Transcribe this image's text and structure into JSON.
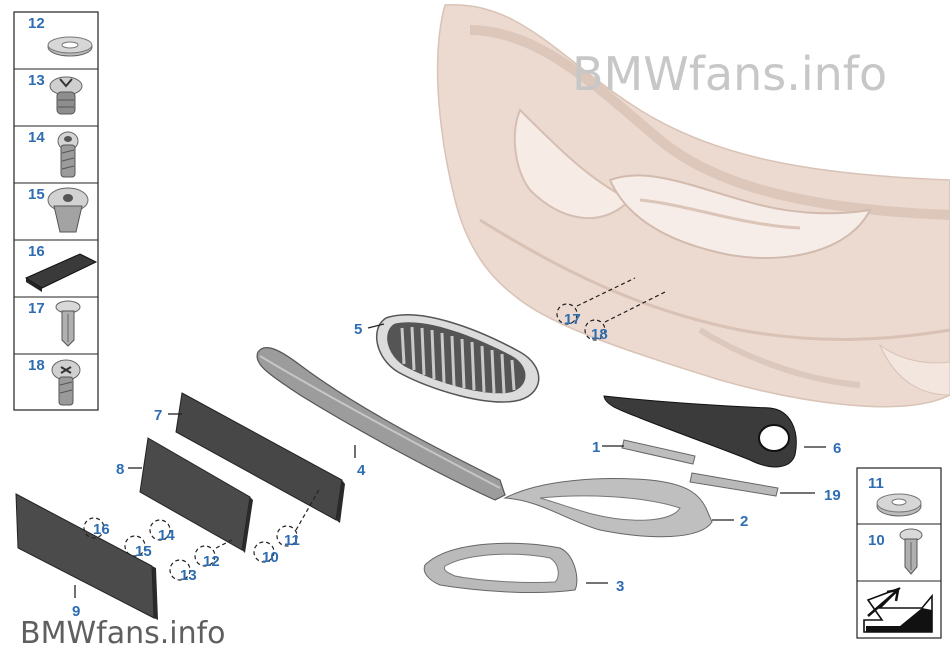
{
  "watermark": {
    "top": "BMWfans.info",
    "bottom": "BMWfans.info"
  },
  "legend_left": [
    {
      "num": "12",
      "icon": "washer-icon"
    },
    {
      "num": "13",
      "icon": "expanding-nut-icon"
    },
    {
      "num": "14",
      "icon": "torx-screw-icon"
    },
    {
      "num": "15",
      "icon": "clip-nut-icon"
    },
    {
      "num": "16",
      "icon": "foam-pad-icon"
    },
    {
      "num": "17",
      "icon": "plastic-rivet-icon"
    },
    {
      "num": "18",
      "icon": "pan-head-screw-icon"
    }
  ],
  "legend_right": [
    {
      "num": "11",
      "icon": "washer-icon"
    },
    {
      "num": "10",
      "icon": "plastic-rivet-icon"
    },
    {
      "num": "",
      "icon": "navigation-arrow-icon"
    }
  ],
  "callouts": {
    "c1": "1",
    "c2": "2",
    "c3": "3",
    "c4": "4",
    "c5": "5",
    "c6": "6",
    "c7": "7",
    "c8": "8",
    "c9": "9",
    "c10": "10",
    "c11": "11",
    "c12": "12",
    "c13": "13",
    "c14": "14",
    "c15": "15",
    "c16": "16",
    "c17": "17",
    "c18": "18",
    "c19": "19"
  },
  "colors": {
    "callout": "#2f6db3",
    "bumper": "#ecd9cf",
    "part_dark": "#4a4a4a",
    "part_grey": "#9a9a9a",
    "watermark": "#c7c7c7"
  }
}
